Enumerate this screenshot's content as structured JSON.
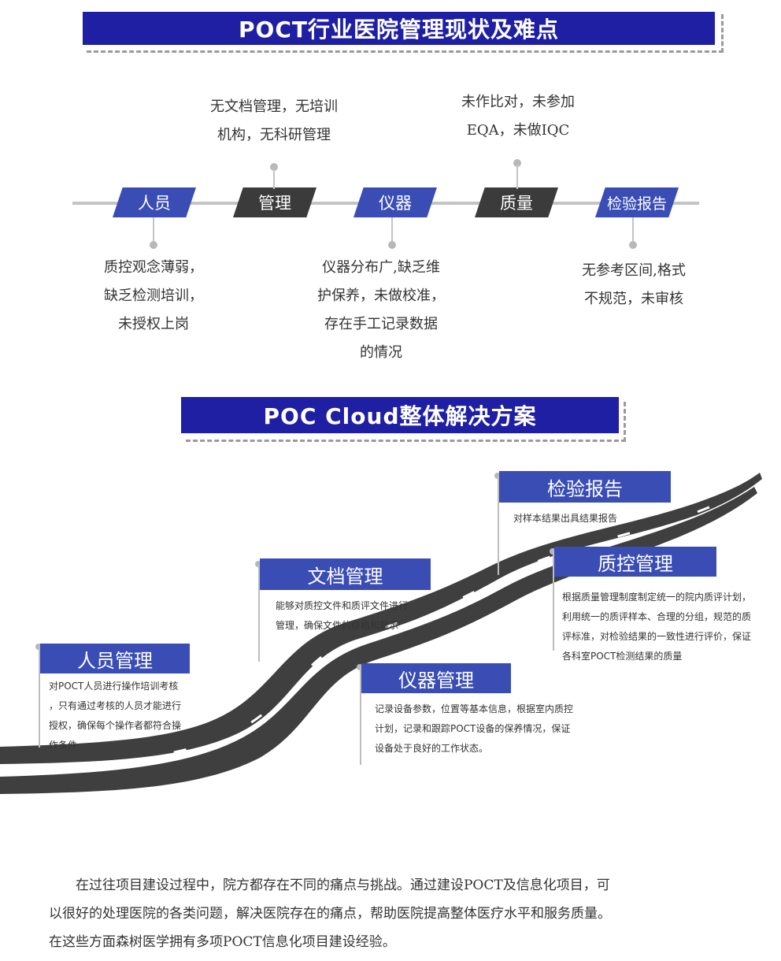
{
  "section1": {
    "title": "POCT行业医院管理现状及难点"
  },
  "timeline": {
    "nodes": [
      {
        "label": "人员",
        "style": "blue"
      },
      {
        "label": "管理",
        "style": "dark"
      },
      {
        "label": "仪器",
        "style": "blue"
      },
      {
        "label": "质量",
        "style": "dark"
      },
      {
        "label": "检验报告",
        "style": "blue"
      }
    ],
    "notes": {
      "personnel": [
        "质控观念薄弱，",
        "缺乏检测培训，",
        "未授权上岗"
      ],
      "management": [
        "无文档管理，无培训",
        "机构，无科研管理"
      ],
      "instrument": [
        "仪器分布广,缺乏维",
        "护保养，未做校准，",
        "存在手工记录数据",
        "的情况"
      ],
      "quality": [
        "未作比对，未参加",
        "EQA，未做IQC"
      ],
      "report": [
        "无参考区间,格式",
        "不规范，未审核"
      ]
    }
  },
  "section2": {
    "title": "POC Cloud整体解决方案"
  },
  "solutions": {
    "report": {
      "title": "检验报告",
      "desc": [
        "对样本结果出具结果报告"
      ]
    },
    "document": {
      "title": "文档管理",
      "desc": [
        "能够对质控文件和质评文件进行",
        "管理，确保文件的存档和展示"
      ]
    },
    "qc": {
      "title": "质控管理",
      "desc": [
        "根据质量管理制度制定统一的院内质评计划，",
        "利用统一的质评样本、合理的分组，规范的质",
        "评标准，对检验结果的一致性进行评价，保证",
        "各科室POCT检测结果的质量"
      ]
    },
    "personnel": {
      "title": "人员管理",
      "desc": [
        "对POCT人员进行操作培训考核",
        "，只有通过考核的人员才能进行",
        "授权，确保每个操作者都符合操",
        "作条件"
      ]
    },
    "instrument": {
      "title": "仪器管理",
      "desc": [
        "记录设备参数，位置等基本信息，根据室内质控",
        "计划，记录和跟踪POCT设备的保养情况，保证",
        "设备处于良好的工作状态。"
      ]
    }
  },
  "paragraph": {
    "lines": [
      "　　在过往项目建设过程中，院方都存在不同的痛点与挑战。通过建设POCT及信息化项目，可",
      "以很好的处理医院的各类问题，解决医院存在的痛点，帮助医院提高整体医疗水平和服务质量。",
      "在这些方面森树医学拥有多项POCT信息化项目建设经验。"
    ]
  },
  "colors": {
    "banner": "#1f1fa3",
    "accent": "#3a4db5",
    "dark": "#3b3b3b",
    "road": "#3f3f3f"
  }
}
